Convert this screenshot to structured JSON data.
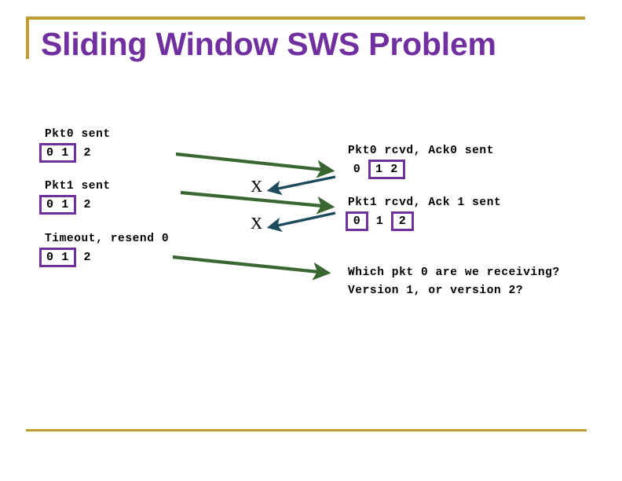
{
  "slide": {
    "title": "Sliding Window SWS Problem",
    "accent_gold": "#bf9b30",
    "accent_purple": "#7030a0",
    "arrow_green": "#3a6632",
    "arrow_blue": "#1d4a5c"
  },
  "sender": {
    "events": [
      {
        "label": "Pkt0 sent",
        "window": [
          {
            "digits": "0 1",
            "boxed": true
          },
          {
            "digits": "2",
            "boxed": false
          }
        ]
      },
      {
        "label": "Pkt1 sent",
        "window": [
          {
            "digits": "0 1",
            "boxed": true
          },
          {
            "digits": "2",
            "boxed": false
          }
        ]
      },
      {
        "label": "Timeout, resend 0",
        "window": [
          {
            "digits": "0 1",
            "boxed": true
          },
          {
            "digits": "2",
            "boxed": false
          }
        ]
      }
    ]
  },
  "receiver": {
    "events": [
      {
        "label": "Pkt0 rcvd, Ack0 sent",
        "window": [
          {
            "digits": "0",
            "boxed": false
          },
          {
            "digits": "1 2",
            "boxed": true
          }
        ]
      },
      {
        "label": "Pkt1 rcvd, Ack 1 sent",
        "window": [
          {
            "digits": "0",
            "boxed": true
          },
          {
            "digits": "1",
            "boxed": false
          },
          {
            "digits": "2",
            "boxed": true
          }
        ]
      }
    ],
    "question": {
      "line1": "Which pkt 0 are we receiving?",
      "line2": "Version 1, or version 2?"
    }
  },
  "transmissions": [
    {
      "name": "data-arrow-pkt0",
      "direction": "right",
      "color": "#3a6632"
    },
    {
      "name": "ack-arrow-ack0-lost",
      "direction": "left",
      "color": "#1d4a5c",
      "lost": true,
      "marker": "X"
    },
    {
      "name": "data-arrow-pkt1",
      "direction": "right",
      "color": "#3a6632"
    },
    {
      "name": "ack-arrow-ack1-lost",
      "direction": "left",
      "color": "#1d4a5c",
      "lost": true,
      "marker": "X"
    },
    {
      "name": "data-arrow-pkt0-resend",
      "direction": "right",
      "color": "#3a6632"
    }
  ],
  "loss_markers": {
    "mark": "X"
  }
}
